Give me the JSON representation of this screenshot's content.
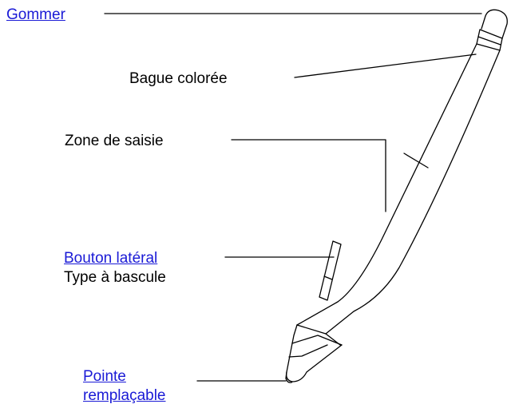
{
  "labels": {
    "gommer": "Gommer",
    "bague": "Bague colorée",
    "zone": "Zone de saisie",
    "bouton": "Bouton latéral",
    "type": "Type à bascule",
    "pointe_line1": "Pointe",
    "pointe_line2": "remplaçable"
  }
}
